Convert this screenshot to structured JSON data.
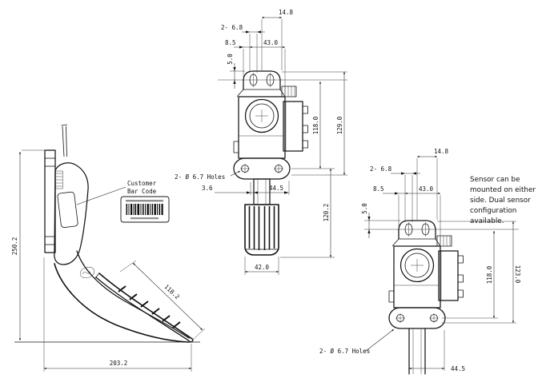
{
  "note": {
    "lines": [
      "Sensor can be",
      "mounted on either",
      "side. Dual sensor",
      "configuration",
      "available."
    ]
  },
  "side_view": {
    "height_dim": "250.2",
    "length_dim": "203.2",
    "pedal_face_dim": "118.2",
    "barcode_label": {
      "line1": "Customer",
      "line2": "Bar Code"
    }
  },
  "front_view": {
    "top_width_dim": "14.8",
    "slot_width_dim": "2- 6.8",
    "offset_dim": "8.5",
    "body_width_dim": "43.0",
    "flange_dim": "5.0",
    "pivot_height_dim": "118.0",
    "overall_height_dim": "129.0",
    "holes_label": "2- Ø 6.7 Holes",
    "shaft_offset_dim": "3.6",
    "hole_span_dim": "44.5",
    "shaft_length_dim": "120.2",
    "pad_width_dim": "42.0"
  },
  "sensor_view": {
    "top_width_dim": "14.8",
    "slot_width_dim": "2- 6.8",
    "offset_dim": "8.5",
    "body_width_dim": "43.0",
    "flange_dim": "5.0",
    "pivot_height_dim": "118.0",
    "overall_height_dim": "123.0",
    "holes_label": "2- Ø 6.7 Holes",
    "hole_span_dim": "44.5"
  }
}
